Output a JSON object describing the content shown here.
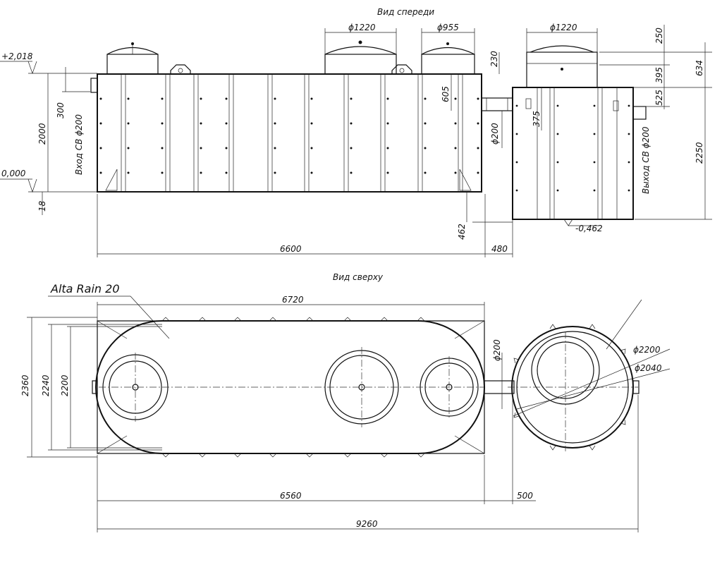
{
  "views": {
    "front_title": "Вид спереди",
    "top_title": "Вид сверху"
  },
  "model_label": "Alta Rain 20",
  "front": {
    "lid_d1": "ϕ1220",
    "lid_d2": "ϕ955",
    "lid_d3": "ϕ1220",
    "level_top": "+2,018",
    "level_zero": "0,000",
    "level_low": "-0,462",
    "h_2000": "2000",
    "h_300": "300",
    "h_18": "18",
    "inlet": "Вход СВ ϕ200",
    "outlet": "Выход СВ ϕ200",
    "pipe_d": "ϕ200",
    "h_230": "230",
    "h_605": "605",
    "h_375": "375",
    "h_462": "462",
    "w_6600": "6600",
    "w_480": "480",
    "h_250": "250",
    "h_395": "395",
    "h_634": "634",
    "h_525": "525",
    "h_2250": "2250"
  },
  "top": {
    "w_6720": "6720",
    "h_2360": "2360",
    "h_2240": "2240",
    "h_2200": "2200",
    "pipe_d": "ϕ200",
    "d_2200": "ϕ2200",
    "d_2040": "ϕ2040",
    "w_6560": "6560",
    "w_500": "500",
    "w_9260": "9260"
  }
}
